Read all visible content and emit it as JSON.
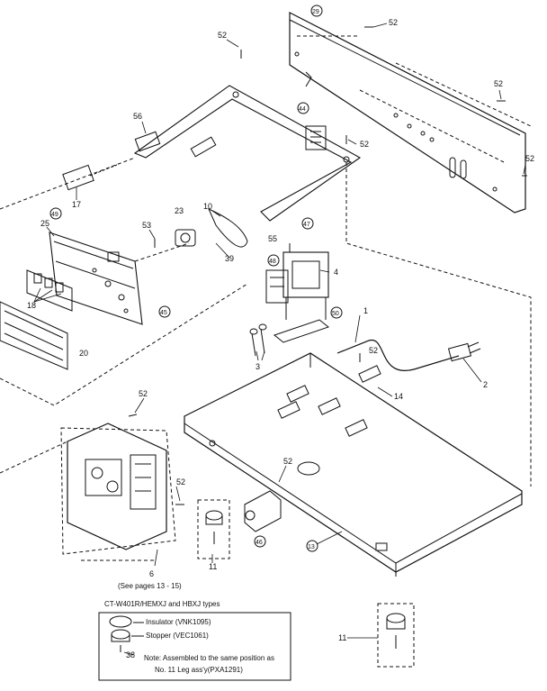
{
  "colors": {
    "ink": "#111111",
    "paper": "#ffffff"
  },
  "parts": {
    "p2": "2",
    "p3": "3",
    "p4": "4",
    "p6": "6",
    "p10": "10",
    "p11": "11",
    "p14": "14",
    "p17": "17",
    "p18": "18",
    "p20": "20",
    "p23": "23",
    "p25": "25",
    "p39": "39",
    "p52": "52",
    "p53": "53",
    "p55": "55",
    "p56": "56",
    "p1": "1",
    "p38": "38"
  },
  "circled": {
    "c29": "29",
    "c44": "44",
    "c47": "47",
    "c48": "48",
    "c50": "50",
    "c49": "49",
    "c45": "45",
    "c46": "46",
    "c13": "13"
  },
  "notes": {
    "see_pages": "(See pages 13 - 15)",
    "types_title": "CT-W401R/HEMXJ and HBXJ types",
    "insulator": "Insulator (VNK1095)",
    "stopper": "Stopper (VEC1061)",
    "note_line1": "Note: Assembled to the same position as",
    "note_line2": "No. 11 Leg ass'y(PXA1291)"
  }
}
